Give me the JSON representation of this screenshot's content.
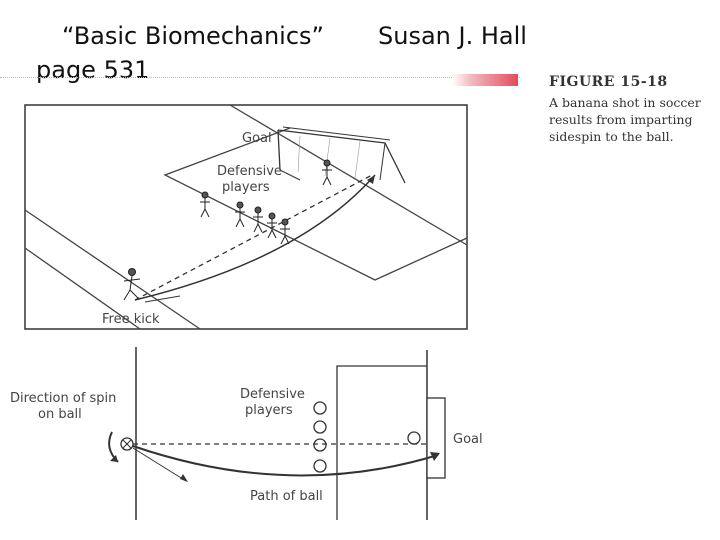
{
  "header": {
    "title_line1": "“Basic Biomechanics”",
    "title_line2": "page 531",
    "author": "Susan J. Hall"
  },
  "figure": {
    "label": "FIGURE 15-18",
    "caption": "A banana shot in soccer results from imparting sidespin to the ball."
  },
  "top_diagram": {
    "goal_label": "Goal",
    "defensive_label_line1": "Defensive",
    "defensive_label_line2": "players",
    "free_kick_label": "Free kick"
  },
  "bottom_diagram": {
    "spin_label_line1": "Direction of spin",
    "spin_label_line2": "on ball",
    "defensive_label_line1": "Defensive",
    "defensive_label_line2": "players",
    "goal_label": "Goal",
    "path_label": "Path of ball"
  },
  "colors": {
    "accent_bar": "#e24b5c",
    "line": "#333333"
  }
}
